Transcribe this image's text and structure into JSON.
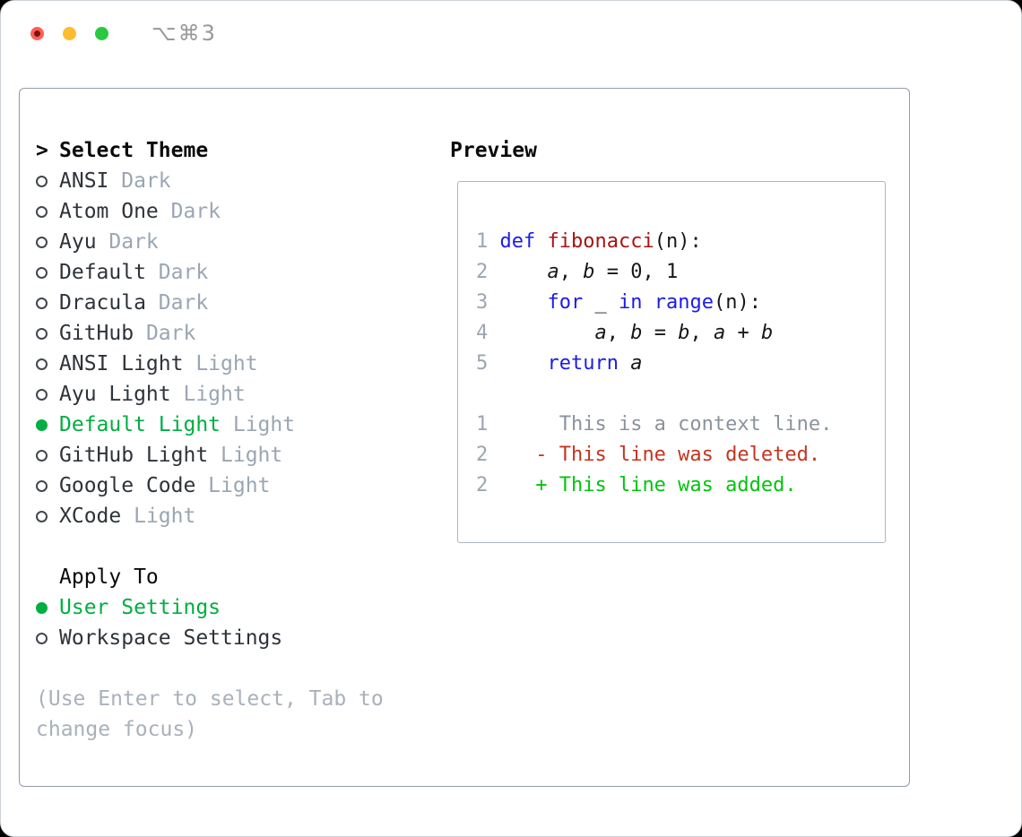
{
  "window": {
    "title": "⌥⌘3",
    "traffic_lights": [
      {
        "name": "close-button",
        "color": "#ff5f57"
      },
      {
        "name": "minimize-button",
        "color": "#febc2e"
      },
      {
        "name": "zoom-button",
        "color": "#28c840"
      }
    ]
  },
  "theme_list": {
    "header_prefix": ">",
    "header": "Select Theme",
    "items": [
      {
        "name": "ANSI",
        "tag": "Dark",
        "selected": false
      },
      {
        "name": "Atom One",
        "tag": "Dark",
        "selected": false
      },
      {
        "name": "Ayu",
        "tag": "Dark",
        "selected": false
      },
      {
        "name": "Default",
        "tag": "Dark",
        "selected": false
      },
      {
        "name": "Dracula",
        "tag": "Dark",
        "selected": false
      },
      {
        "name": "GitHub",
        "tag": "Dark",
        "selected": false
      },
      {
        "name": "ANSI Light",
        "tag": "Light",
        "selected": false
      },
      {
        "name": "Ayu Light",
        "tag": "Light",
        "selected": false
      },
      {
        "name": "Default Light",
        "tag": "Light",
        "selected": true
      },
      {
        "name": "GitHub Light",
        "tag": "Light",
        "selected": false
      },
      {
        "name": "Google Code",
        "tag": "Light",
        "selected": false
      },
      {
        "name": "XCode",
        "tag": "Light",
        "selected": false
      }
    ]
  },
  "apply_to": {
    "header": "Apply To",
    "options": [
      {
        "label": "User Settings",
        "selected": true
      },
      {
        "label": "Workspace Settings",
        "selected": false
      }
    ]
  },
  "help": {
    "line1": "(Use Enter to select, Tab to",
    "line2": "change focus)"
  },
  "preview": {
    "header": "Preview",
    "code_lines": [
      {
        "num": "1",
        "tokens": [
          {
            "t": "def",
            "c": "kw"
          },
          {
            "t": " "
          },
          {
            "t": "fibonacci",
            "c": "fn"
          },
          {
            "t": "(n):"
          }
        ]
      },
      {
        "num": "2",
        "tokens": [
          {
            "t": "    "
          },
          {
            "t": "a",
            "c": "var"
          },
          {
            "t": ", "
          },
          {
            "t": "b",
            "c": "var"
          },
          {
            "t": " = 0, 1"
          }
        ]
      },
      {
        "num": "3",
        "tokens": [
          {
            "t": "    "
          },
          {
            "t": "for",
            "c": "kw"
          },
          {
            "t": " _ "
          },
          {
            "t": "in",
            "c": "kw"
          },
          {
            "t": " "
          },
          {
            "t": "range",
            "c": "kw"
          },
          {
            "t": "(n):"
          }
        ]
      },
      {
        "num": "4",
        "tokens": [
          {
            "t": "        "
          },
          {
            "t": "a",
            "c": "var"
          },
          {
            "t": ", "
          },
          {
            "t": "b",
            "c": "var"
          },
          {
            "t": " = "
          },
          {
            "t": "b",
            "c": "var"
          },
          {
            "t": ", "
          },
          {
            "t": "a",
            "c": "var"
          },
          {
            "t": " + "
          },
          {
            "t": "b",
            "c": "var"
          }
        ]
      },
      {
        "num": "5",
        "tokens": [
          {
            "t": "    "
          },
          {
            "t": "return",
            "c": "kw"
          },
          {
            "t": " "
          },
          {
            "t": "a",
            "c": "var"
          }
        ]
      }
    ],
    "diff_lines": [
      {
        "num": "1",
        "marker": " ",
        "text": "This is a context line.",
        "kind": "context"
      },
      {
        "num": "2",
        "marker": "-",
        "text": "This line was deleted.",
        "kind": "deleted"
      },
      {
        "num": "2",
        "marker": "+",
        "text": "This line was added.",
        "kind": "added"
      }
    ]
  },
  "icons": {
    "radio_unselected": "circle-outline",
    "radio_selected": "circle-filled-green",
    "header_pointer": "chevron-right"
  },
  "colors": {
    "accent_green": "#00ae41",
    "added_green": "#03c310",
    "deleted_red": "#c5341f",
    "keyword_blue": "#1c1ce6",
    "function_red": "#a81313",
    "muted_gray": "#9aa6b3",
    "help_gray": "#a8b1bb",
    "panel_border": "#949ca5",
    "preview_border": "#adb5bf"
  }
}
